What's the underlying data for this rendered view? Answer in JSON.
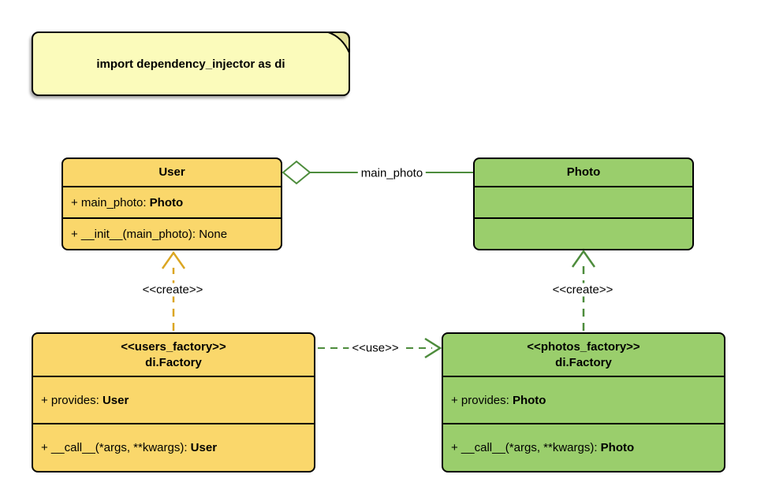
{
  "note": {
    "text": "import dependency_injector as di"
  },
  "classes": {
    "user": {
      "title": "User",
      "attribute": {
        "label": "+ main_photo: ",
        "type": "Photo"
      },
      "method": {
        "label": "+ __init__(main_photo): None"
      }
    },
    "photo": {
      "title": "Photo"
    },
    "users_factory": {
      "stereotype": "<<users_factory>>",
      "title": "di.Factory",
      "attribute": {
        "label": "+ provides: ",
        "type": "User"
      },
      "method": {
        "label": "+ __call__(*args, **kwargs): ",
        "type": "User"
      }
    },
    "photos_factory": {
      "stereotype": "<<photos_factory>>",
      "title": "di.Factory",
      "attribute": {
        "label": "+ provides: ",
        "type": "Photo"
      },
      "method": {
        "label": "+ __call__(*args, **kwargs): ",
        "type": "Photo"
      }
    }
  },
  "relations": {
    "aggregation": {
      "label": "main_photo",
      "kind": "aggregation",
      "from": "User",
      "to": "Photo"
    },
    "use": {
      "label": "<<use>>",
      "kind": "dashed-dependency",
      "from": "users_factory",
      "to": "photos_factory"
    },
    "create_user": {
      "label": "<<create>>",
      "kind": "dashed-dependency",
      "from": "users_factory",
      "to": "User"
    },
    "create_photo": {
      "label": "<<create>>",
      "kind": "dashed-dependency",
      "from": "photos_factory",
      "to": "Photo"
    }
  },
  "colors": {
    "yellow_fill": "#FAD76B",
    "green_fill": "#9ACE6C",
    "yellow_stroke": "#DBA622",
    "green_stroke": "#4D8C3C",
    "note_fill": "#FBFBBB",
    "note_fold_fill": "#E2E099",
    "border": "#000000",
    "background": "#FFFFFF"
  }
}
